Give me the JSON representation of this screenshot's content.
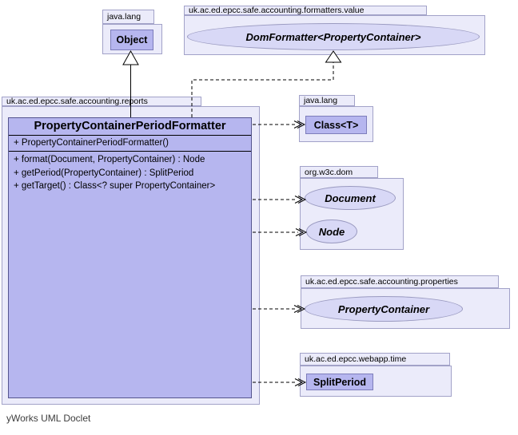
{
  "diagram": {
    "footer": "yWorks UML Doclet"
  },
  "packages": {
    "java_lang_top": {
      "label": "java.lang"
    },
    "formatters_value": {
      "label": "uk.ac.ed.epcc.safe.accounting.formatters.value"
    },
    "reports": {
      "label": "uk.ac.ed.epcc.safe.accounting.reports"
    },
    "java_lang_right": {
      "label": "java.lang"
    },
    "org_w3c_dom": {
      "label": "org.w3c.dom"
    },
    "properties": {
      "label": "uk.ac.ed.epcc.safe.accounting.properties"
    },
    "webapp_time": {
      "label": "uk.ac.ed.epcc.webapp.time"
    }
  },
  "nodes": {
    "object_class": "Object",
    "dom_formatter_interface": "DomFormatter<PropertyContainer>",
    "class_t": "Class<T>",
    "document_interface": "Document",
    "node_interface": "Node",
    "property_container_interface": "PropertyContainer",
    "split_period_class": "SplitPeriod"
  },
  "main_class": {
    "name": "PropertyContainerPeriodFormatter",
    "constructor": "+ PropertyContainerPeriodFormatter()",
    "methods": [
      "+ format(Document, PropertyContainer) : Node",
      "+ getPeriod(PropertyContainer) : SplitPeriod",
      "+ getTarget() : Class<? super PropertyContainer>"
    ]
  },
  "relations": {
    "extends": "Object",
    "implements": "DomFormatter<PropertyContainer>",
    "dependencies": [
      "Class<T>",
      "Document",
      "Node",
      "PropertyContainer",
      "SplitPeriod"
    ]
  },
  "colors": {
    "package_fill": "#ebebfa",
    "package_border": "#a2a2c8",
    "class_fill": "#b6b6ef",
    "class_border": "#7d7dbb",
    "main_class_border": "#55558f",
    "interface_fill": "#d8d8f6",
    "interface_border": "#9a9ac0",
    "connector": "#000000"
  }
}
